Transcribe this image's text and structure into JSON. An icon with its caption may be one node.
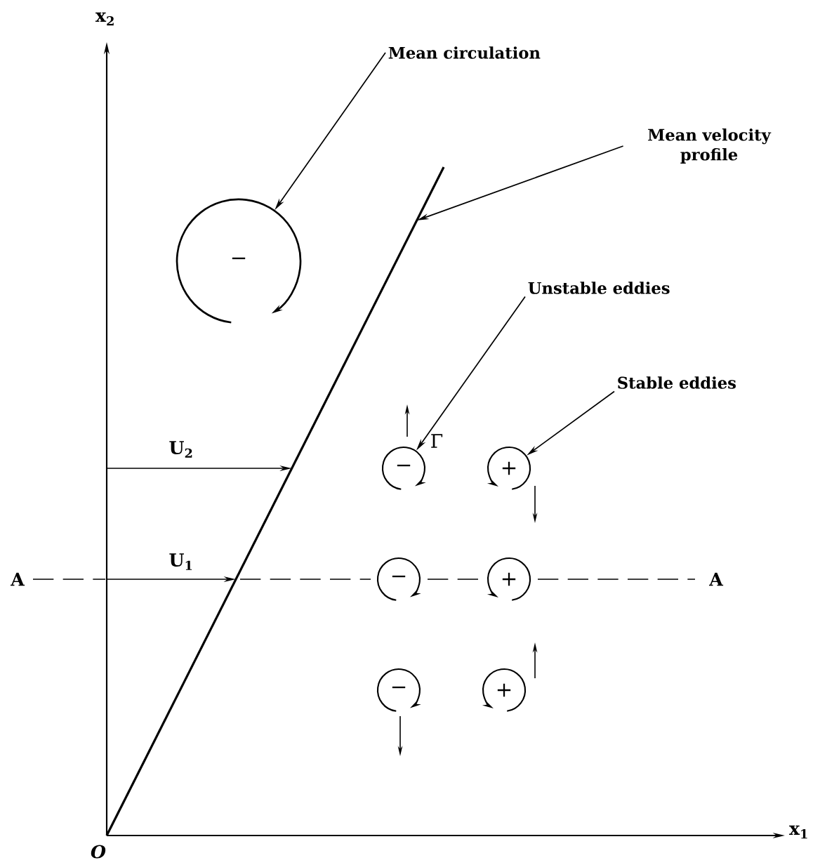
{
  "diagram": {
    "nodes": [
      {
        "text": [
          "Mean circulation"
        ]
      },
      {
        "text": [
          "−"
        ]
      },
      {
        "text": [
          "Mean velocity profile"
        ]
      },
      {
        "text": [
          "Unstable eddies"
        ]
      },
      {
        "text": [
          "−"
        ],
        "beside": [
          "Γ"
        ]
      },
      {
        "text": [
          "Stable eddies"
        ]
      },
      {
        "text": [
          "+"
        ]
      },
      {
        "text": [
          "−"
        ]
      },
      {
        "text": [
          "+"
        ]
      },
      {
        "text": [
          "−"
        ]
      },
      {
        "text": [
          "+"
        ]
      }
    ],
    "edges": [
      {
        "from": 0,
        "to": 1,
        "arrow": "to"
      },
      {
        "from": 2,
        "to": null,
        "arrow": "to"
      },
      {
        "from": 3,
        "to": 4,
        "arrow": "to"
      },
      {
        "from": 5,
        "to": 6,
        "arrow": "to"
      }
    ],
    "labels": [
      "x$_{2}$",
      "U$_{2}$",
      "U$_{1}$",
      "A",
      "A",
      "x$_{1}$",
      "O"
    ]
  }
}
